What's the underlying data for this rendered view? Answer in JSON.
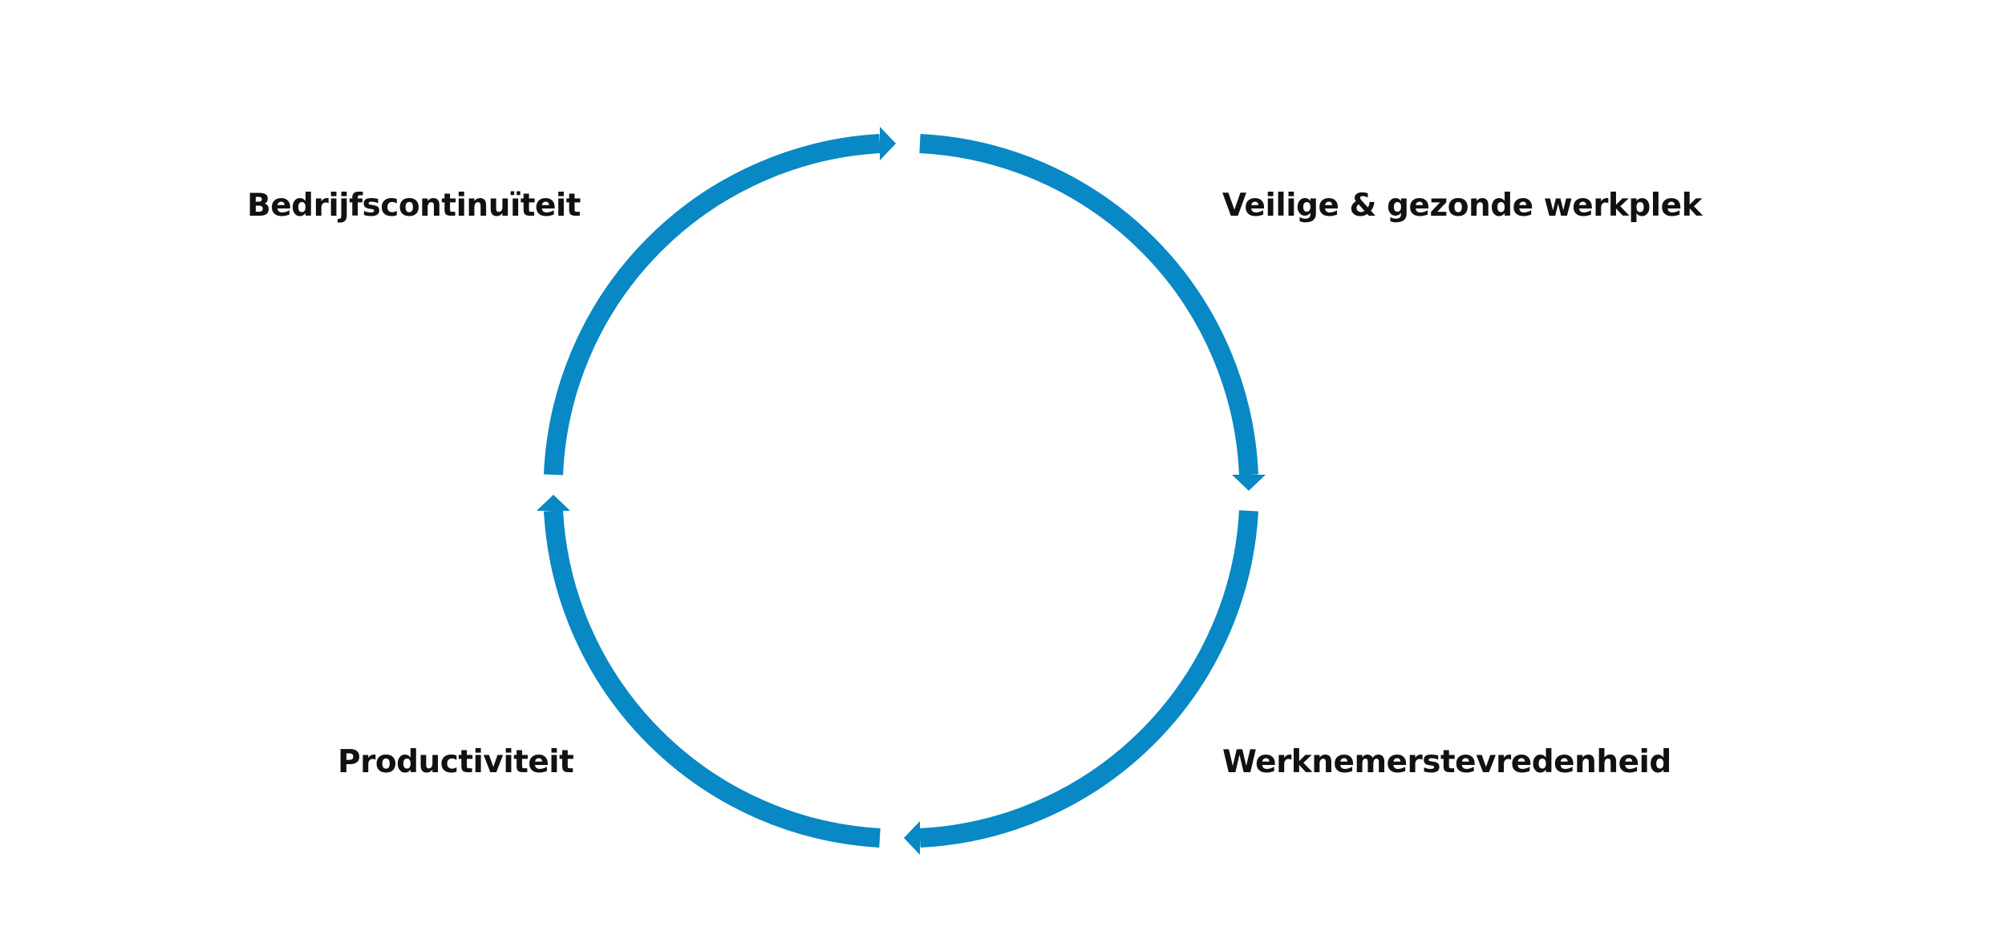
{
  "diagram": {
    "accent_color": "#0888c4",
    "steps": [
      {
        "label": "Veilige & gezonde werkplek"
      },
      {
        "label": "Werknemerstevredenheid"
      },
      {
        "label": "Productiviteit"
      },
      {
        "label": "Bedrijfscontinuïteit"
      }
    ]
  }
}
